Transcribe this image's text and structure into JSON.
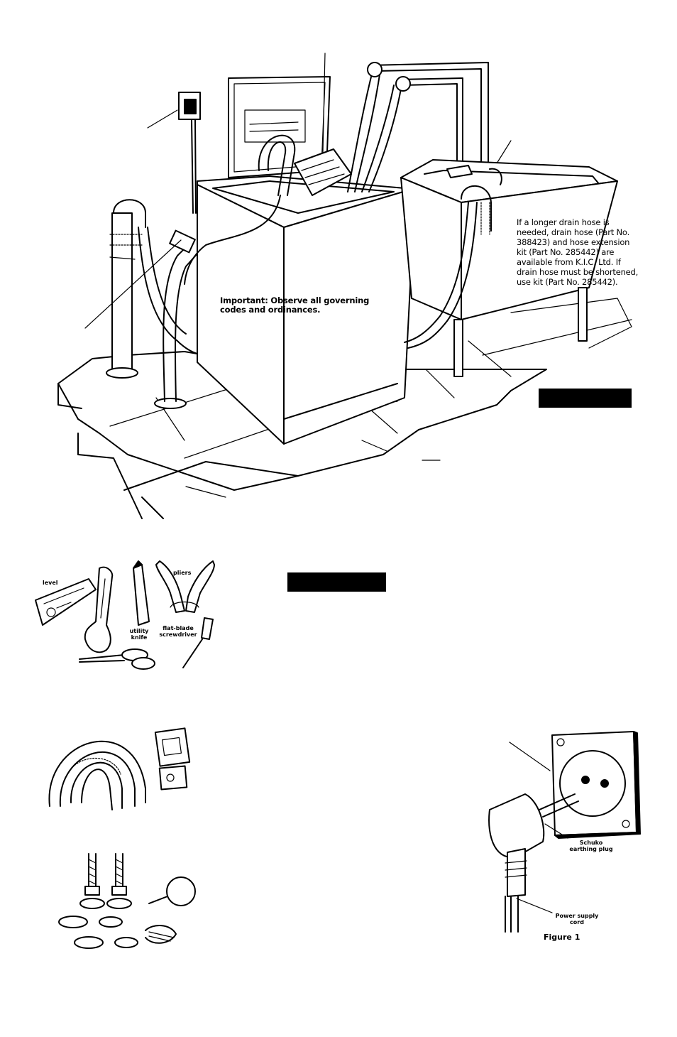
{
  "main_illustration": {
    "drain_hose_note": "If a longer drain hose is needed, drain hose (Part No. 388423) and hose extension kit (Part No. 285442) are available from K.I.C. Ltd. If drain hose must be shortened, use kit (Part No. 285442).",
    "important_note": "Important: Observe all governing codes and ordinances."
  },
  "tools": {
    "labels": {
      "level": "level",
      "pliers": "pliers",
      "utility_knife": "utility knife",
      "flat_blade_screwdriver": "flat-blade screwdriver"
    }
  },
  "figure1": {
    "schuko_label": "Schuko earthing plug",
    "power_cord_label": "Power supply cord",
    "caption": "Figure 1"
  }
}
